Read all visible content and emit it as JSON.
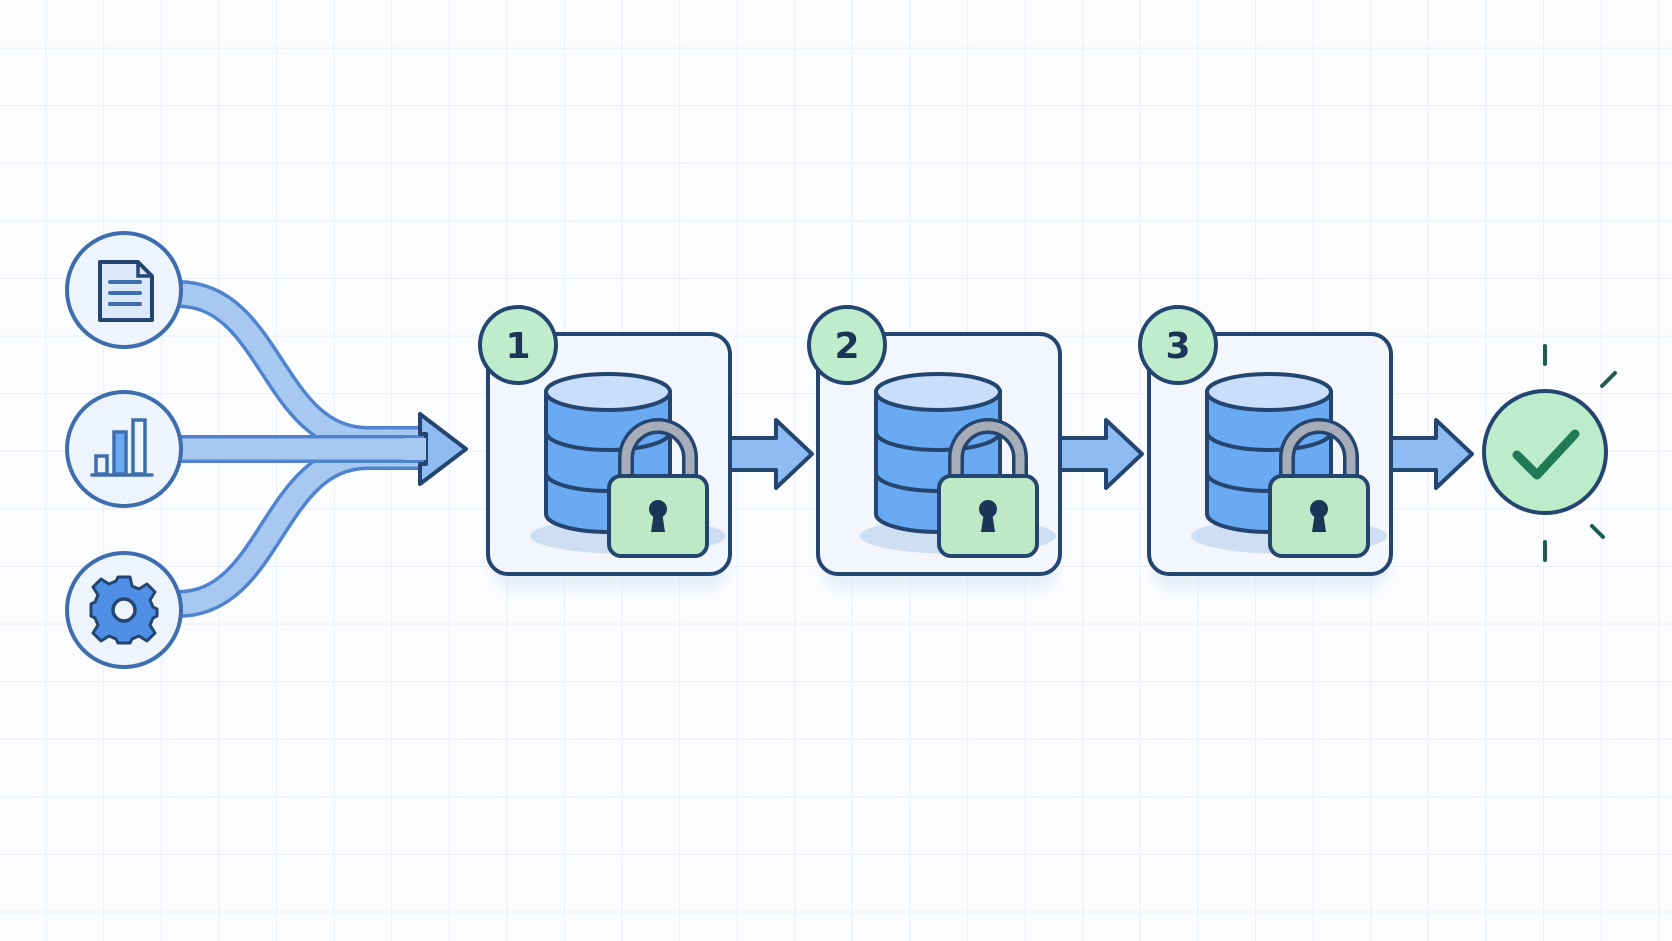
{
  "colors": {
    "stroke": "#24456f",
    "source_stroke": "#3f6eae",
    "source_fill": "#eef4fc",
    "pipe": "#a7c8f1",
    "pipe_edge": "#4f83cf",
    "arrow": "#8ebcf2",
    "db_fill": "#6aaaf2",
    "db_top": "#c9defa",
    "lock_fill": "#bde9c6",
    "lock_shackle": "#a6adb8",
    "badge_fill": "#bfeccb",
    "stage_fill": "#f3f7fd",
    "check_fill": "#bdecca",
    "check_mark": "#1f7a55"
  },
  "sources": [
    {
      "icon": "document-icon"
    },
    {
      "icon": "bar-chart-icon"
    },
    {
      "icon": "gear-icon"
    }
  ],
  "stages": [
    {
      "number": "1",
      "icon": "database-lock-icon"
    },
    {
      "number": "2",
      "icon": "database-lock-icon"
    },
    {
      "number": "3",
      "icon": "database-lock-icon"
    }
  ],
  "result": {
    "icon": "checkmark-icon"
  }
}
